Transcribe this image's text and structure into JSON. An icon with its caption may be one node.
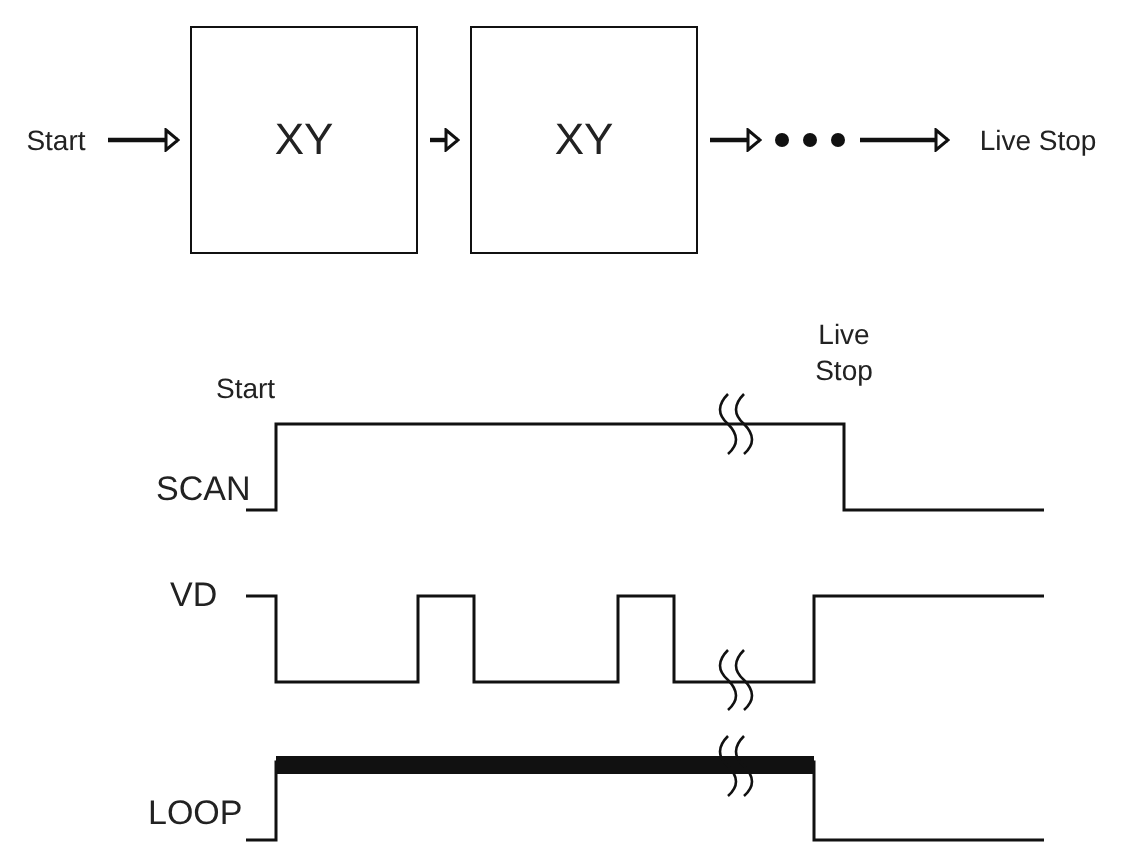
{
  "diagram": {
    "nodes": [
      {
        "text": [
          "Start"
        ]
      },
      {
        "text": [
          "XY"
        ]
      },
      {
        "text": [
          "XY"
        ]
      },
      {
        "text": [],
        "shape": "dots"
      },
      {
        "text": [
          "Live Stop"
        ]
      }
    ],
    "edges": [
      {
        "from": 0,
        "to": 1,
        "arrow": "to"
      },
      {
        "from": 1,
        "to": 2,
        "arrow": "to"
      },
      {
        "from": 2,
        "to": 3,
        "arrow": "to"
      },
      {
        "from": 3,
        "to": 4,
        "arrow": "to"
      }
    ],
    "labels": [
      "Live Stop",
      "Start",
      "SCAN",
      "VD",
      "LOOP"
    ]
  }
}
